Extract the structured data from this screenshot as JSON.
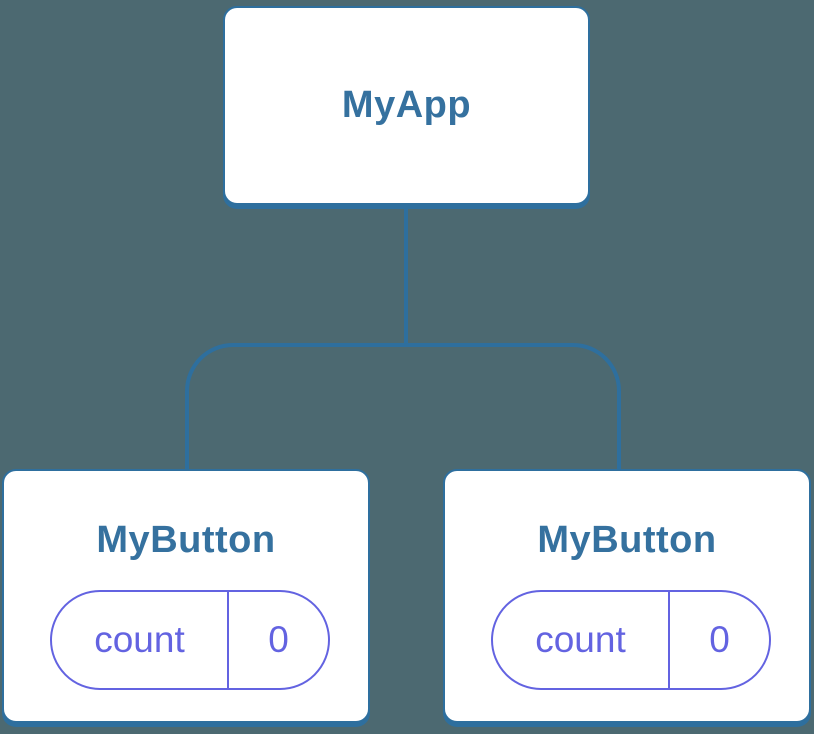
{
  "diagram": {
    "root": {
      "label": "MyApp"
    },
    "children": [
      {
        "label": "MyButton",
        "state": {
          "key": "count",
          "value": "0"
        }
      },
      {
        "label": "MyButton",
        "state": {
          "key": "count",
          "value": "0"
        }
      }
    ]
  },
  "colors": {
    "background": "#4C6971",
    "line_color": "#2E6F9E",
    "node_fill": "#FFFFFF",
    "node_text": "#35719F",
    "state_accent": "#6363E1"
  }
}
